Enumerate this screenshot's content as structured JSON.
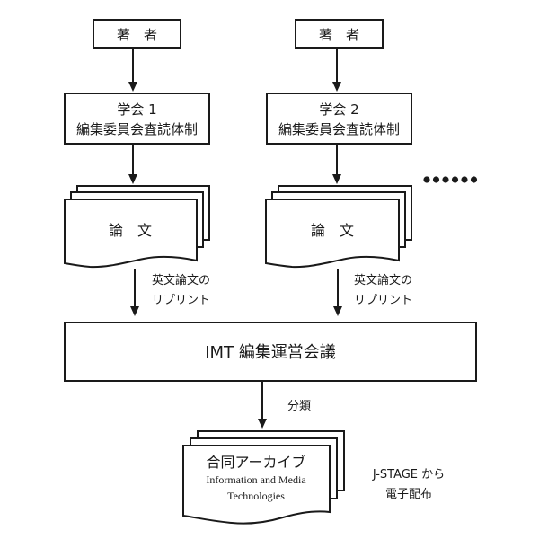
{
  "colors": {
    "stroke": "#1a1a1a",
    "background": "#ffffff",
    "text": "#1a1a1a"
  },
  "columns": [
    {
      "author": "著　者",
      "society_line1": "学会 1",
      "society_line2": "編集委員会査読体制",
      "paper": "論　文",
      "reprint_line1": "英文論文の",
      "reprint_line2": "リプリント"
    },
    {
      "author": "著　者",
      "society_line1": "学会 2",
      "society_line2": "編集委員会査読体制",
      "paper": "論　文",
      "reprint_line1": "英文論文の",
      "reprint_line2": "リプリント"
    }
  ],
  "ellipsis": {
    "dots": 6
  },
  "council": {
    "label": "IMT 編集運営会議"
  },
  "classify": {
    "label": "分類"
  },
  "archive": {
    "title": "合同アーカイブ",
    "journal_line1": "Information and Media",
    "journal_line2": "Technologies"
  },
  "distribution": {
    "line1": "J-STAGE から",
    "line2": "電子配布"
  }
}
